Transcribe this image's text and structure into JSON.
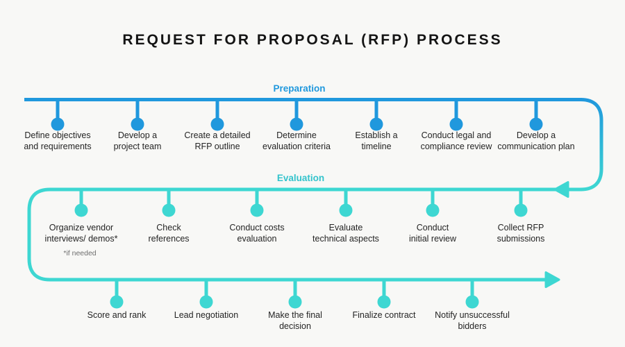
{
  "title": "REQUEST FOR PROPOSAL (RFP) PROCESS",
  "colors": {
    "blue": "#2098dd",
    "teal": "#3ed7d2",
    "teal_label": "#33c3cc",
    "text": "#242424",
    "note": "#6e6e6e",
    "background": "#f8f8f6"
  },
  "rows": [
    {
      "id": "preparation",
      "label": "Preparation",
      "direction": "left-to-right",
      "steps": [
        {
          "lines": [
            "Define objectives",
            "and requirements"
          ]
        },
        {
          "lines": [
            "Develop a",
            "project team"
          ]
        },
        {
          "lines": [
            "Create a detailed",
            "RFP outline"
          ]
        },
        {
          "lines": [
            "Determine",
            "evaluation criteria"
          ]
        },
        {
          "lines": [
            "Establish a",
            "timeline"
          ]
        },
        {
          "lines": [
            "Conduct legal and",
            "compliance review"
          ]
        },
        {
          "lines": [
            "Develop a",
            "communication plan"
          ]
        }
      ]
    },
    {
      "id": "evaluation",
      "label": "Evaluation",
      "direction": "right-to-left",
      "steps": [
        {
          "lines": [
            "Organize vendor",
            "interviews/ demos*"
          ],
          "note": "*if needed"
        },
        {
          "lines": [
            "Check",
            "references"
          ]
        },
        {
          "lines": [
            "Conduct costs",
            "evaluation"
          ]
        },
        {
          "lines": [
            "Evaluate",
            "technical aspects"
          ]
        },
        {
          "lines": [
            "Conduct",
            "initial review"
          ]
        },
        {
          "lines": [
            "Collect RFP",
            "submissions"
          ]
        }
      ]
    },
    {
      "id": "final",
      "label": "",
      "direction": "left-to-right",
      "steps": [
        {
          "lines": [
            "Score and rank"
          ]
        },
        {
          "lines": [
            "Lead negotiation"
          ]
        },
        {
          "lines": [
            "Make the final",
            "decision"
          ]
        },
        {
          "lines": [
            "Finalize contract"
          ]
        },
        {
          "lines": [
            "Notify unsuccessful",
            "bidders"
          ]
        }
      ]
    }
  ]
}
